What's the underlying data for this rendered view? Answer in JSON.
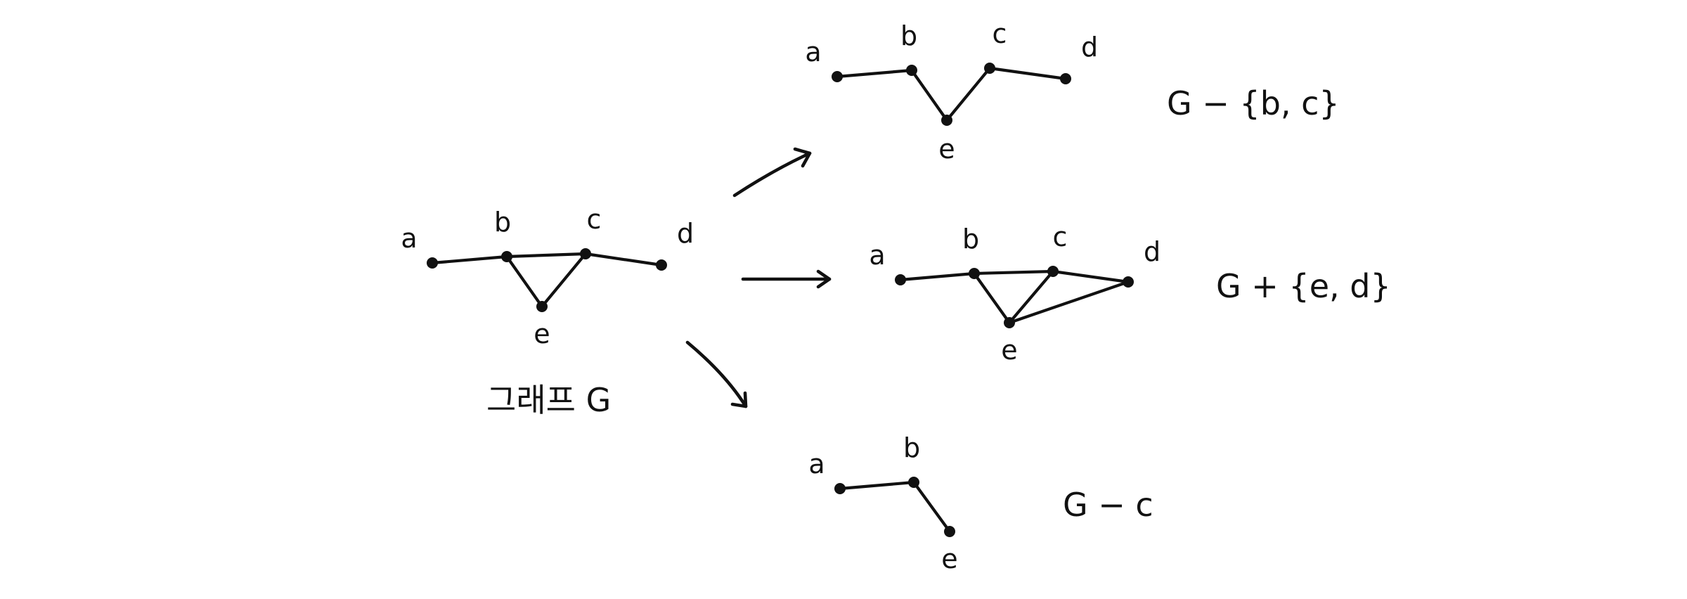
{
  "graphs": {
    "original": {
      "caption": "그래프 G",
      "vertices": [
        "a",
        "b",
        "c",
        "d",
        "e"
      ],
      "edges": [
        [
          "a",
          "b"
        ],
        [
          "b",
          "c"
        ],
        [
          "c",
          "d"
        ],
        [
          "b",
          "e"
        ],
        [
          "c",
          "e"
        ]
      ]
    },
    "remove_edge_set": {
      "caption": "G − {b, c}",
      "vertices": [
        "a",
        "b",
        "c",
        "d",
        "e"
      ],
      "edges": [
        [
          "a",
          "b"
        ],
        [
          "c",
          "d"
        ],
        [
          "b",
          "e"
        ],
        [
          "c",
          "e"
        ]
      ]
    },
    "add_edge": {
      "caption": "G + {e, d}",
      "vertices": [
        "a",
        "b",
        "c",
        "d",
        "e"
      ],
      "edges": [
        [
          "a",
          "b"
        ],
        [
          "b",
          "c"
        ],
        [
          "c",
          "d"
        ],
        [
          "b",
          "e"
        ],
        [
          "c",
          "e"
        ],
        [
          "e",
          "d"
        ]
      ]
    },
    "remove_vertex": {
      "caption": "G − c",
      "vertices": [
        "a",
        "b",
        "e"
      ],
      "edges": [
        [
          "a",
          "b"
        ],
        [
          "b",
          "e"
        ]
      ]
    }
  },
  "colors": {
    "ink": "#111111",
    "background": "#ffffff"
  }
}
